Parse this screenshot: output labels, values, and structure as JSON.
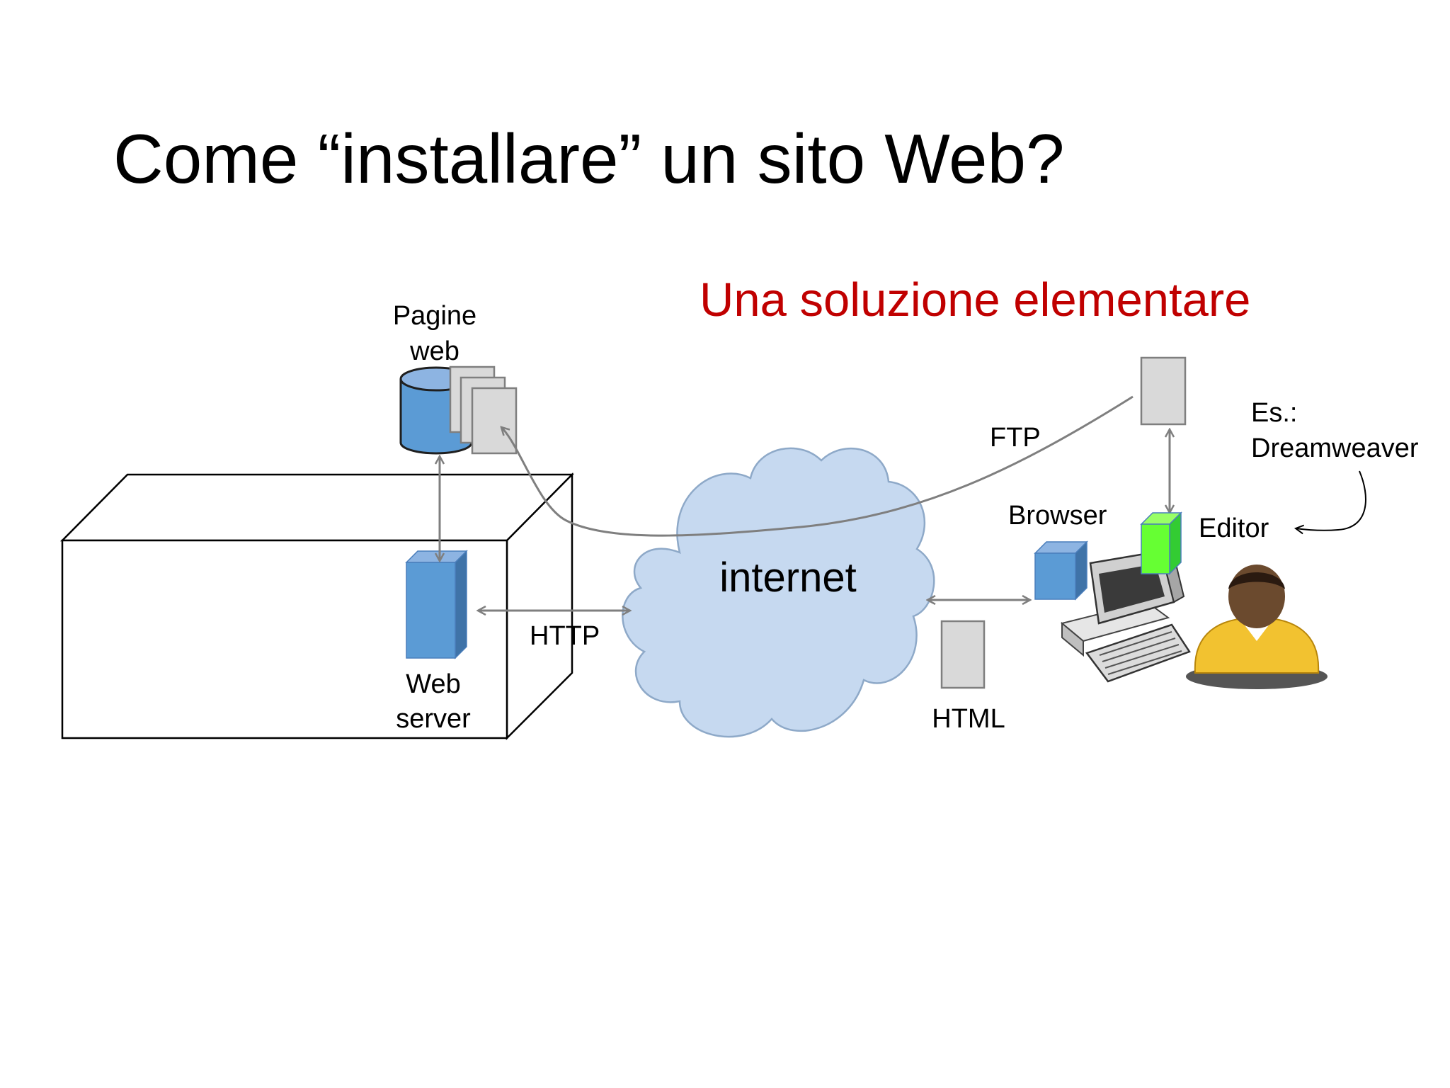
{
  "slide": {
    "title": "Come “installare” un sito Web?",
    "subtitle": "Una soluzione elementare"
  },
  "diagram": {
    "pages_label_line1": "Pagine",
    "pages_label_line2": "web",
    "webserver_label_line1": "Web",
    "webserver_label_line2": "server",
    "http_label": "HTTP",
    "internet_label": "internet",
    "ftp_label": "FTP",
    "html_label": "HTML",
    "browser_label": "Browser",
    "editor_label": "Editor",
    "example_line1": "Es.:",
    "example_line2": "Dreamweaver"
  },
  "colors": {
    "title": "#000000",
    "subtitle": "#c00000",
    "cloud_fill": "#c6d9f0",
    "blue_component": "#5b9bd5",
    "green_component": "#66ff33",
    "document_fill": "#d9d9d9",
    "arrow": "#7f7f7f"
  }
}
